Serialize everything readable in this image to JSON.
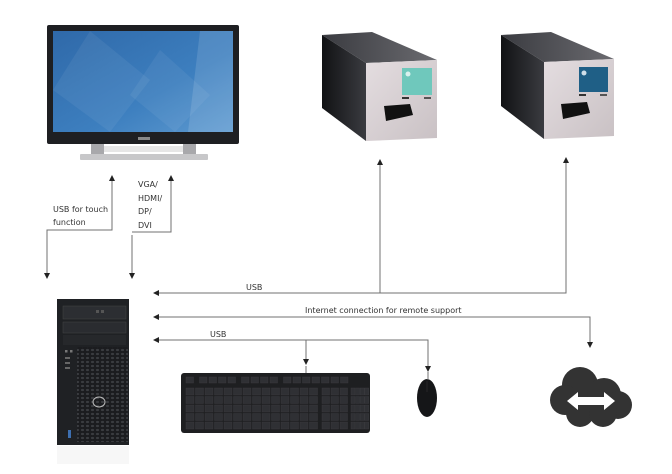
{
  "diagram": {
    "title": "",
    "colors": {
      "line": "#707070",
      "arrow": "#222222",
      "label": "#333333",
      "monitor_screen": "#3b78b8",
      "monitor_bezel": "#1e1f22",
      "device_body": "#2b2c30",
      "device_front": "#d9d2d4",
      "device1_panel": "#6fc8bc",
      "device2_panel": "#1f5f86",
      "cloud": "#333333",
      "pc_case": "#1f2124"
    },
    "nodes": [
      {
        "id": "touch-monitor",
        "name": "Touch monitor",
        "icon": "monitor-icon"
      },
      {
        "id": "device-1",
        "name": "Device 1 (teal panel)",
        "icon": "device-icon"
      },
      {
        "id": "device-2",
        "name": "Device 2 (blue panel)",
        "icon": "device-icon"
      },
      {
        "id": "pc-tower",
        "name": "PC tower",
        "icon": "desktop-tower-icon"
      },
      {
        "id": "keyboard",
        "name": "Keyboard",
        "icon": "keyboard-icon"
      },
      {
        "id": "mouse",
        "name": "Mouse",
        "icon": "mouse-icon"
      },
      {
        "id": "cloud",
        "name": "Internet / remote support",
        "icon": "cloud-exchange-icon"
      }
    ],
    "labels": {
      "usb_touch_line1": "USB for touch",
      "usb_touch_line2": "function",
      "video_line1": "VGA/",
      "video_line2": "HDMI/",
      "video_line3": "DP/",
      "video_line4": "DVI",
      "usb_devices": "USB",
      "internet": "Internet connection for remote support",
      "usb_peripherals": "USB"
    },
    "edges": [
      {
        "from": "pc-tower",
        "to": "touch-monitor",
        "label": "USB for touch function",
        "direction": "both"
      },
      {
        "from": "pc-tower",
        "to": "touch-monitor",
        "label": "VGA/ HDMI/ DP/ DVI",
        "direction": "both"
      },
      {
        "from": "pc-tower",
        "to": "device-1",
        "label": "USB",
        "direction": "both"
      },
      {
        "from": "pc-tower",
        "to": "device-2",
        "label": "USB",
        "direction": "both"
      },
      {
        "from": "pc-tower",
        "to": "cloud",
        "label": "Internet connection for remote support",
        "direction": "both"
      },
      {
        "from": "pc-tower",
        "to": "keyboard",
        "label": "USB",
        "direction": "both"
      },
      {
        "from": "pc-tower",
        "to": "mouse",
        "label": "USB",
        "direction": "both"
      }
    ]
  }
}
